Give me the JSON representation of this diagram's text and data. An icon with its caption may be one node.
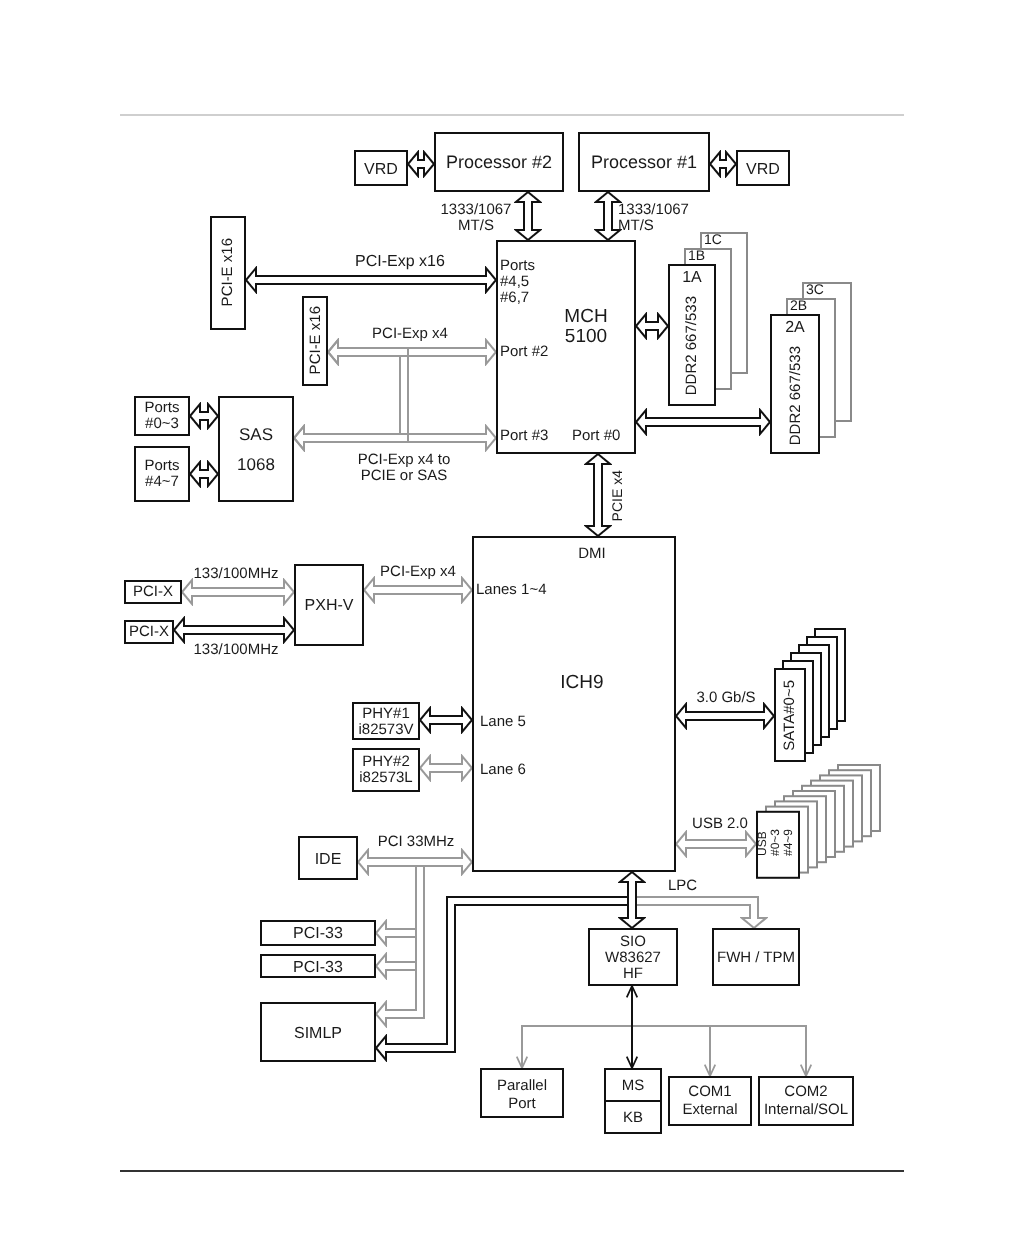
{
  "diagram": {
    "nodes": [
      {
        "text": [
          "VRD"
        ]
      },
      {
        "text": [
          "Processor #2"
        ]
      },
      {
        "text": [
          "Processor #1"
        ]
      },
      {
        "text": [
          "VRD"
        ]
      },
      {
        "text": [
          "PCI-E x16"
        ]
      },
      {
        "text": [
          "Ports #4,5 #6,7",
          "MCH 5100",
          "Port #2",
          "Port #3",
          "Port #0"
        ]
      },
      {
        "text": [
          "1C",
          "1B",
          "1A",
          "DDR2 667/533"
        ]
      },
      {
        "text": [
          "PCI-E x16"
        ]
      },
      {
        "text": [
          "3C",
          "2B",
          "2A",
          "DDR2 667/533"
        ]
      },
      {
        "text": [
          "Ports #0~3"
        ]
      },
      {
        "text": [
          "SAS",
          "1068"
        ]
      },
      {
        "text": [
          "Ports #4~7"
        ]
      },
      {
        "text": [
          "PCI-X"
        ]
      },
      {
        "text": [
          "PXH-V"
        ]
      },
      {
        "text": [
          "PCI-X"
        ]
      },
      {
        "text": [
          "DMI",
          "Lanes 1~4",
          "ICH9",
          "Lane 5",
          "Lane 6"
        ]
      },
      {
        "text": [
          "SATA#0~5"
        ]
      },
      {
        "text": [
          "PHY#1",
          "i82573V"
        ]
      },
      {
        "text": [
          "PHY#2",
          "i82573L"
        ]
      },
      {
        "text": [
          "USB #0~3 #4~9"
        ]
      },
      {
        "text": [
          "IDE"
        ]
      },
      {
        "text": [
          "PCI-33"
        ]
      },
      {
        "text": [
          "PCI-33"
        ]
      },
      {
        "text": [
          "SIO",
          "W83627 HF"
        ]
      },
      {
        "text": [
          "FWH / TPM"
        ]
      },
      {
        "text": [
          "SIMLP"
        ]
      },
      {
        "text": [
          "Parallel Port"
        ]
      },
      {
        "text": [
          "MS"
        ]
      },
      {
        "text": [
          "KB"
        ]
      },
      {
        "text": [
          "COM1 External"
        ]
      },
      {
        "text": [
          "COM2 Internal/SOL"
        ]
      }
    ],
    "edges": [
      {
        "from": 0,
        "to": 1,
        "arrow": "both"
      },
      {
        "from": 2,
        "to": 3,
        "arrow": "both"
      },
      {
        "from": 1,
        "to": 5,
        "arrow": "both",
        "label": "1333/1067 MT/S"
      },
      {
        "from": 2,
        "to": 5,
        "arrow": "both",
        "label": "1333/1067 MT/S"
      },
      {
        "from": 4,
        "to": 5,
        "arrow": "both",
        "label": "PCI-Exp x16"
      },
      {
        "from": 5,
        "to": 6,
        "arrow": "both"
      },
      {
        "from": 7,
        "to": 5,
        "arrow": "both",
        "color": "#999999",
        "label": "PCI-Exp x4"
      },
      {
        "from": 5,
        "to": 8,
        "arrow": "both"
      },
      {
        "from": 9,
        "to": 10,
        "arrow": "both"
      },
      {
        "from": 10,
        "to": 5,
        "arrow": "both",
        "color": "#999999",
        "label": "PCI-Exp x4 to PCIE or SAS"
      },
      {
        "from": 7,
        "to": 10,
        "arrow": "both",
        "color": "#999999"
      },
      {
        "from": 11,
        "to": 10,
        "arrow": "both"
      },
      {
        "from": 13,
        "to": 12,
        "arrow": "both",
        "color": "#999999",
        "label": "133/100MHz"
      },
      {
        "from": 13,
        "to": 14,
        "arrow": "both",
        "label": "133/100MHz"
      },
      {
        "from": 13,
        "to": 15,
        "arrow": "both",
        "color": "#999999",
        "label": "PCI-Exp x4"
      },
      {
        "from": 5,
        "to": 15,
        "arrow": "both",
        "label": "PCIE x4"
      },
      {
        "from": 17,
        "to": 15,
        "arrow": "both"
      },
      {
        "from": 18,
        "to": 15,
        "arrow": "both",
        "color": "#999999"
      },
      {
        "from": 15,
        "to": 16,
        "arrow": "both",
        "label": "3.0 Gb/S"
      },
      {
        "from": 15,
        "to": 19,
        "arrow": "both",
        "color": "#999999",
        "label": "USB 2.0"
      },
      {
        "from": 15,
        "to": 20,
        "arrow": "both",
        "color": "#999999",
        "label": "PCI 33MHz"
      },
      {
        "from": 15,
        "to": 21,
        "arrow": "both",
        "color": "#999999"
      },
      {
        "from": 15,
        "to": 22,
        "arrow": "both",
        "color": "#999999"
      },
      {
        "from": 15,
        "to": 25,
        "arrow": "both",
        "color": "#999999"
      },
      {
        "from": 15,
        "to": 23,
        "arrow": "both"
      },
      {
        "from": 15,
        "to": 24,
        "arrow": "both",
        "color": "#999999",
        "label": "LPC"
      },
      {
        "from": 15,
        "to": 25,
        "arrow": "both"
      },
      {
        "from": 23,
        "to": 26,
        "arrow": "both",
        "color": "#999999"
      },
      {
        "from": 23,
        "to": 27,
        "arrow": "both"
      },
      {
        "from": 23,
        "to": 29,
        "arrow": "both",
        "color": "#999999"
      },
      {
        "from": 23,
        "to": 30,
        "arrow": "both",
        "color": "#999999"
      }
    ]
  }
}
